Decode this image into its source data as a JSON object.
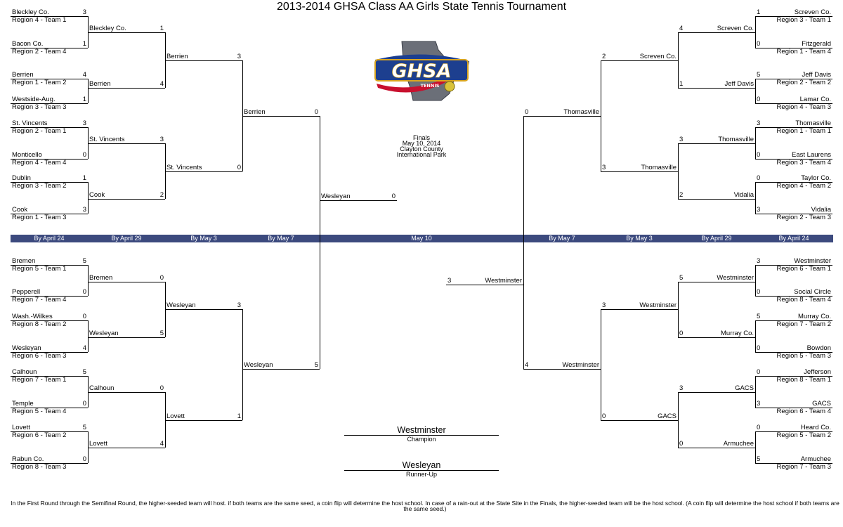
{
  "title": "2013-2014 GHSA Class AA Girls State Tennis Tournament",
  "logo": {
    "text": "GHSA",
    "subtext": "TENNIS",
    "icon": "ghsa-tennis-logo"
  },
  "colors": {
    "band": "#3c4a7e",
    "logo_blue": "#1d3f8f",
    "logo_red": "#c8102e",
    "logo_gold": "#d9a520"
  },
  "dates": {
    "left": [
      "By April 24",
      "By April 29",
      "By May 3",
      "By May 7"
    ],
    "center": "May 10",
    "right": [
      "By May 7",
      "By May 3",
      "By April 29",
      "By April 24"
    ]
  },
  "finals_info": [
    "Finals",
    "May 10, 2014",
    "Clayton County",
    "International Park"
  ],
  "left": {
    "r1": [
      {
        "team": "Bleckley Co.",
        "seed": "Region 4 - Team 1",
        "score": "3"
      },
      {
        "team": "Bacon Co.",
        "seed": "Region 2 - Team 4",
        "score": "1"
      },
      {
        "team": "Berrien",
        "seed": "Region 1 - Team 2",
        "score": "4"
      },
      {
        "team": "Westside-Aug.",
        "seed": "Region 3 - Team 3",
        "score": "1"
      },
      {
        "team": "St. Vincents",
        "seed": "Region 2 - Team 1",
        "score": "3"
      },
      {
        "team": "Monticello",
        "seed": "Region 4 - Team 4",
        "score": "0"
      },
      {
        "team": "Dublin",
        "seed": "Region 3 - Team 2",
        "score": "1"
      },
      {
        "team": "Cook",
        "seed": "Region 1 - Team 3",
        "score": "3"
      },
      {
        "team": "Bremen",
        "seed": "Region 5 - Team 1",
        "score": "5"
      },
      {
        "team": "Pepperell",
        "seed": "Region 7 - Team 4",
        "score": "0"
      },
      {
        "team": "Wash.-Wilkes",
        "seed": "Region 8 - Team 2",
        "score": "0"
      },
      {
        "team": "Wesleyan",
        "seed": "Region 6 - Team 3",
        "score": "4"
      },
      {
        "team": "Calhoun",
        "seed": "Region 7 - Team 1",
        "score": "5"
      },
      {
        "team": "Temple",
        "seed": "Region 5 - Team 4",
        "score": "0"
      },
      {
        "team": "Lovett",
        "seed": "Region 6 - Team 2",
        "score": "5"
      },
      {
        "team": "Rabun Co.",
        "seed": "Region 8 - Team 3",
        "score": "0"
      }
    ],
    "r2": [
      {
        "team": "Bleckley Co.",
        "score": "1"
      },
      {
        "team": "Berrien",
        "score": "4"
      },
      {
        "team": "St. Vincents",
        "score": "3"
      },
      {
        "team": "Cook",
        "score": "2"
      },
      {
        "team": "Bremen",
        "score": "0"
      },
      {
        "team": "Wesleyan",
        "score": "5"
      },
      {
        "team": "Calhoun",
        "score": "0"
      },
      {
        "team": "Lovett",
        "score": "4"
      }
    ],
    "r3": [
      {
        "team": "Berrien",
        "score": "3"
      },
      {
        "team": "St. Vincents",
        "score": "0"
      },
      {
        "team": "Wesleyan",
        "score": "3"
      },
      {
        "team": "Lovett",
        "score": "1"
      }
    ],
    "r4": [
      {
        "team": "Berrien",
        "score": "0"
      },
      {
        "team": "Wesleyan",
        "score": "5"
      }
    ],
    "final": {
      "team": "Wesleyan",
      "score": "0"
    }
  },
  "right": {
    "r1": [
      {
        "team": "Screven Co.",
        "seed": "Region 3 - Team 1",
        "score": "1"
      },
      {
        "team": "Fitzgerald",
        "seed": "Region 1 - Team 4",
        "score": "0"
      },
      {
        "team": "Jeff Davis",
        "seed": "Region 2 - Team 2",
        "score": "5"
      },
      {
        "team": "Lamar Co.",
        "seed": "Region 4 - Team 3",
        "score": "0"
      },
      {
        "team": "Thomasville",
        "seed": "Region 1 - Team 1",
        "score": "3"
      },
      {
        "team": "East Laurens",
        "seed": "Region 3 - Team 4",
        "score": "0"
      },
      {
        "team": "Taylor Co.",
        "seed": "Region 4 - Team 2",
        "score": "0"
      },
      {
        "team": "Vidalia",
        "seed": "Region 2 - Team 3",
        "score": "3"
      },
      {
        "team": "Westminster",
        "seed": "Region 6 - Team 1",
        "score": "3"
      },
      {
        "team": "Social Circle",
        "seed": "Region 8 - Team 4",
        "score": "0"
      },
      {
        "team": "Murray Co.",
        "seed": "Region 7 - Team 2",
        "score": "5"
      },
      {
        "team": "Bowdon",
        "seed": "Region 5 - Team 3",
        "score": "0"
      },
      {
        "team": "Jefferson",
        "seed": "Region 8 - Team 1",
        "score": "0"
      },
      {
        "team": "GACS",
        "seed": "Region 6 - Team 4",
        "score": "3"
      },
      {
        "team": "Heard Co.",
        "seed": "Region 5 - Team 2",
        "score": "0"
      },
      {
        "team": "Armuchee",
        "seed": "Region 7 - Team 3",
        "score": "5"
      }
    ],
    "r2": [
      {
        "team": "Screven Co.",
        "score": "4"
      },
      {
        "team": "Jeff Davis",
        "score": "1"
      },
      {
        "team": "Thomasville",
        "score": "3"
      },
      {
        "team": "Vidalia",
        "score": "2"
      },
      {
        "team": "Westminster",
        "score": "5"
      },
      {
        "team": "Murray Co.",
        "score": "0"
      },
      {
        "team": "GACS",
        "score": "3"
      },
      {
        "team": "Armuchee",
        "score": "0"
      }
    ],
    "r3": [
      {
        "team": "Screven Co.",
        "score": "2"
      },
      {
        "team": "Thomasville",
        "score": "3"
      },
      {
        "team": "Westminster",
        "score": "3"
      },
      {
        "team": "GACS",
        "score": "0"
      }
    ],
    "r4": [
      {
        "team": "Thomasville",
        "score": "0"
      },
      {
        "team": "Westminster",
        "score": "4"
      }
    ],
    "final": {
      "team": "Westminster",
      "score": "3"
    }
  },
  "champion": {
    "team": "Westminster",
    "label": "Champion"
  },
  "runner_up": {
    "team": "Wesleyan",
    "label": "Runner-Up"
  },
  "footnote": "In the First Round through the Semifinal Round, the higher-seeded team will host.  if both teams are the same seed, a coin flip will determine the host school.  In case of a rain-out at the State Site in the Finals, the higher-seeded team will be the host school. (A coin flip will determine the host school if both teams are the same seed.)"
}
